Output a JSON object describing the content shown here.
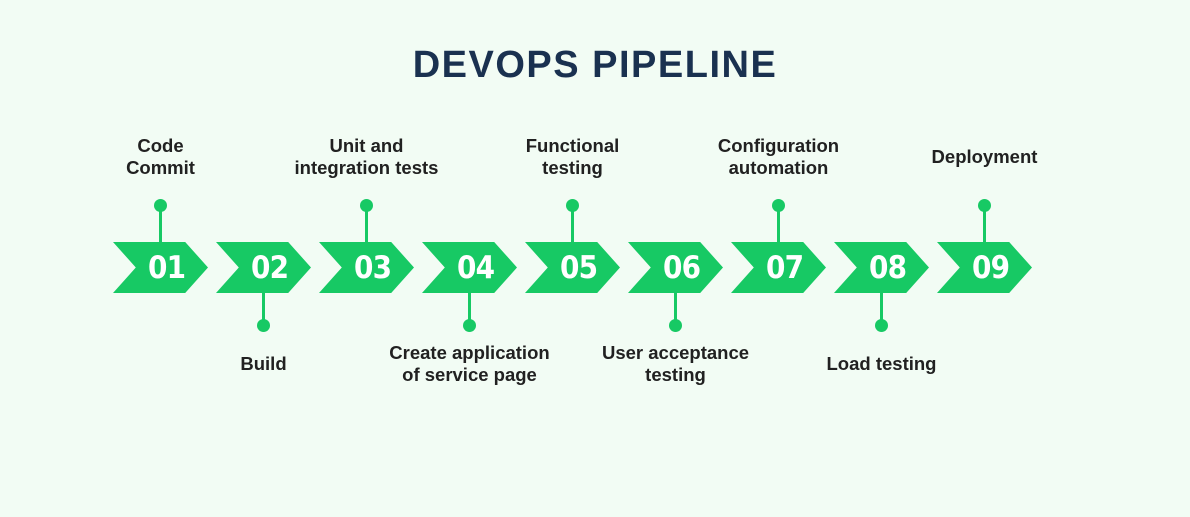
{
  "title": "DEVOPS PIPELINE",
  "colors": {
    "background": "#f2fcf4",
    "accent_green": "#17c964",
    "title_navy": "#1a3150",
    "label_dark": "#212121",
    "number_white": "#ffffff"
  },
  "stages": [
    {
      "number": "01",
      "label": "Code\nCommit",
      "label_position": "above"
    },
    {
      "number": "02",
      "label": "Build",
      "label_position": "below"
    },
    {
      "number": "03",
      "label": "Unit and\nintegration tests",
      "label_position": "above"
    },
    {
      "number": "04",
      "label": "Create application\nof service page",
      "label_position": "below"
    },
    {
      "number": "05",
      "label": "Functional\ntesting",
      "label_position": "above"
    },
    {
      "number": "06",
      "label": "User acceptance\ntesting",
      "label_position": "below"
    },
    {
      "number": "07",
      "label": "Configuration\nautomation",
      "label_position": "above"
    },
    {
      "number": "08",
      "label": "Load testing",
      "label_position": "below"
    },
    {
      "number": "09",
      "label": "Deployment",
      "label_position": "above"
    }
  ]
}
